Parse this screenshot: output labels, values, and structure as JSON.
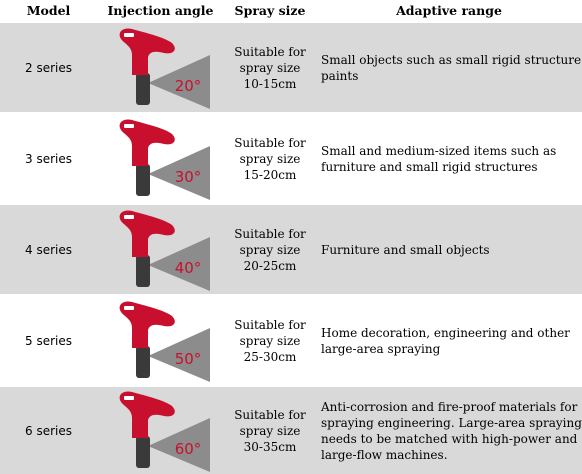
{
  "header": {
    "model": "Model",
    "angle": "Injection angle",
    "size": "Spray size",
    "range": "Adaptive range"
  },
  "rows": [
    {
      "model": "2 series",
      "angle": "20°",
      "size_line1": "Suitable for",
      "size_line2": "spray size",
      "size_line3": "10-15cm",
      "range": "Small objects such as small rigid structure paints"
    },
    {
      "model": "3 series",
      "angle": "30°",
      "size_line1": "Suitable for",
      "size_line2": "spray size",
      "size_line3": "15-20cm",
      "range": "Small and medium-sized items such as furniture and small rigid structures"
    },
    {
      "model": "4 series",
      "angle": "40°",
      "size_line1": "Suitable for",
      "size_line2": "spray size",
      "size_line3": "20-25cm",
      "range": "Furniture and small objects"
    },
    {
      "model": "5 series",
      "angle": "50°",
      "size_line1": "Suitable for",
      "size_line2": "spray size",
      "size_line3": "25-30cm",
      "range": "Home decoration, engineering and other large-area spraying"
    },
    {
      "model": "6 series",
      "angle": "60°",
      "size_line1": "Suitable for",
      "size_line2": "spray size",
      "size_line3": "30-35cm",
      "range": "Anti-corrosion and fire-proof materials for spraying engineering. Large-area spraying needs to be matched with high-power and large-flow machines."
    }
  ],
  "colors": {
    "gun_red": "#c8102e",
    "nozzle_dark": "#3a3a3a",
    "spray_grey": "#8c8c8c",
    "alt_row": "#d9d9d9"
  },
  "icon": "spray-tip-icon"
}
